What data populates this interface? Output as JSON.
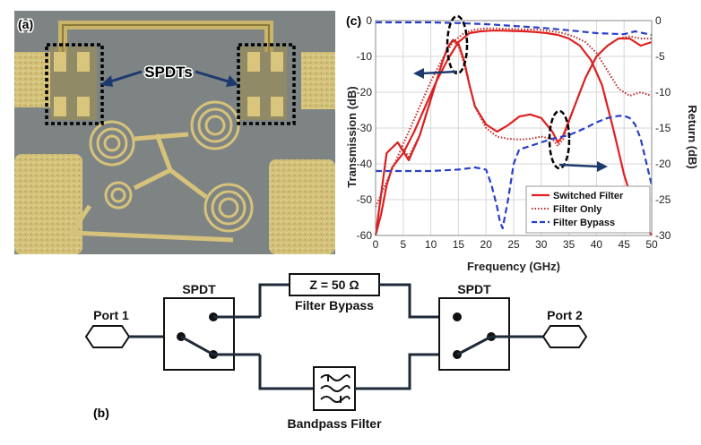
{
  "panels": {
    "a": {
      "label": "(a)",
      "annotation": "SPDTs"
    },
    "b": {
      "label": "(b)"
    },
    "c": {
      "label": "(c)"
    }
  },
  "circuit": {
    "port1": "Port 1",
    "port2": "Port 2",
    "spdt_left": "SPDT",
    "spdt_right": "SPDT",
    "impedance": "Z = 50 Ω",
    "bypass_label": "Filter Bypass",
    "filter_label": "Bandpass Filter"
  },
  "colors": {
    "switched": "#e02020",
    "filter_only": "#c02828",
    "bypass": "#2a3fc8",
    "chip_gold": "#c8b46a",
    "chip_bg": "#7f8585",
    "wire": "#1e2a38"
  },
  "chart_data": {
    "type": "line",
    "title": "",
    "xlabel": "Frequency (GHz)",
    "ylabel": "Transmission (dB)",
    "y2label": "Return (dB)",
    "xlim": [
      0,
      50
    ],
    "ylim": [
      -60,
      0
    ],
    "y2lim": [
      -30,
      0
    ],
    "xticks": [
      0,
      5,
      10,
      15,
      20,
      25,
      30,
      35,
      40,
      45,
      50
    ],
    "yticks": [
      0,
      -10,
      -20,
      -30,
      -40,
      -50,
      -60
    ],
    "y2ticks": [
      0,
      -5,
      -10,
      -15,
      -20,
      -25,
      -30
    ],
    "grid": true,
    "legend_position": "bottom-right",
    "series": [
      {
        "name": "Switched Filter",
        "axis": "left",
        "style": "solid",
        "x": [
          0,
          1,
          2,
          3,
          5,
          7,
          9,
          11,
          13,
          15,
          17,
          19,
          21,
          23,
          25,
          27,
          29,
          31,
          33,
          35,
          37,
          39,
          41,
          43,
          45,
          47,
          50
        ],
        "y": [
          -60,
          -54,
          -46,
          -41,
          -37,
          -31,
          -24,
          -17,
          -11,
          -6,
          -3.5,
          -3,
          -2.8,
          -2.8,
          -2.9,
          -3,
          -3.2,
          -3.5,
          -4,
          -5,
          -7,
          -11,
          -18,
          -30,
          -43,
          -53,
          -60
        ]
      },
      {
        "name": "Switched Filter",
        "axis": "right",
        "style": "solid",
        "x": [
          0,
          2,
          4,
          6,
          8,
          10,
          12,
          13,
          14,
          15,
          16,
          17,
          18,
          20,
          22,
          24,
          26,
          28,
          30,
          32,
          33,
          34,
          36,
          38,
          40,
          42,
          44,
          46,
          48,
          50
        ],
        "y": [
          -30,
          -18.5,
          -17,
          -19.5,
          -16,
          -11,
          -6,
          -3.8,
          -2.7,
          -3.2,
          -5.5,
          -9,
          -12,
          -14.5,
          -15.5,
          -14.6,
          -13.4,
          -13.1,
          -13.6,
          -15.5,
          -17,
          -16,
          -12,
          -8,
          -5,
          -3.5,
          -2.5,
          -2.5,
          -3.5,
          -3
        ]
      },
      {
        "name": "Filter Only",
        "axis": "left",
        "style": "dotted",
        "x": [
          0,
          2,
          4,
          6,
          8,
          10,
          12,
          14,
          16,
          18,
          20,
          22,
          24,
          26,
          28,
          30,
          32,
          34,
          36,
          38,
          40,
          42,
          44,
          46,
          48,
          50
        ],
        "y": [
          -52,
          -45,
          -38,
          -31,
          -24,
          -17,
          -11,
          -6,
          -3.5,
          -2.5,
          -2.2,
          -2.2,
          -2.3,
          -2.4,
          -2.5,
          -2.6,
          -3,
          -3.5,
          -4.5,
          -6,
          -9,
          -14,
          -19,
          -21,
          -20,
          -21
        ]
      },
      {
        "name": "Filter Only",
        "axis": "right",
        "style": "dotted",
        "x": [
          0,
          2,
          4,
          6,
          8,
          10,
          12,
          13,
          14,
          15,
          16,
          18,
          20,
          22,
          24,
          26,
          28,
          30,
          32,
          33,
          34,
          36,
          38,
          40,
          42,
          44,
          46,
          48,
          50
        ],
        "y": [
          -30,
          -18.5,
          -17,
          -19,
          -16,
          -11,
          -6,
          -3.8,
          -2.8,
          -3.5,
          -6,
          -12,
          -15,
          -16.2,
          -16.5,
          -16.6,
          -16.5,
          -16.2,
          -16.5,
          -17.5,
          -16.5,
          -12,
          -8,
          -5,
          -3.5,
          -2.5,
          -2.2,
          -2.5,
          -2.5
        ]
      },
      {
        "name": "Filter Bypass",
        "axis": "left",
        "style": "dashed",
        "x": [
          0,
          5,
          10,
          15,
          20,
          25,
          30,
          35,
          40,
          45,
          47,
          50
        ],
        "y": [
          -0.5,
          -0.5,
          -0.5,
          -0.7,
          -1,
          -1.5,
          -2,
          -2.7,
          -3.5,
          -3.8,
          -3,
          -4
        ]
      },
      {
        "name": "Filter Bypass",
        "axis": "right",
        "style": "dashed",
        "x": [
          0,
          2,
          5,
          10,
          15,
          18,
          20,
          21,
          22,
          22.5,
          23,
          24,
          25,
          26,
          28,
          30,
          32,
          35,
          38,
          40,
          42,
          44,
          45,
          46,
          47,
          48,
          50
        ],
        "y": [
          -21,
          -21,
          -21,
          -21,
          -20.8,
          -20.5,
          -20.8,
          -23,
          -26,
          -28,
          -29,
          -25,
          -20,
          -18,
          -17.5,
          -17,
          -16.5,
          -16,
          -15,
          -14.2,
          -13.6,
          -13.3,
          -13.3,
          -13.6,
          -14.5,
          -16.5,
          -23
        ]
      }
    ]
  }
}
